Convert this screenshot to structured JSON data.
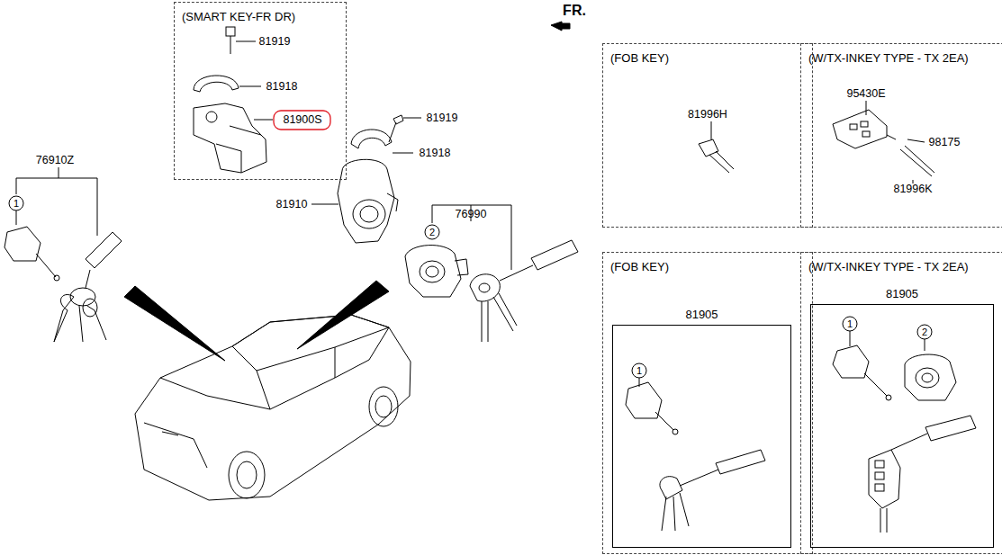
{
  "diagram": {
    "nodes": [
      {
        "text": [
          "(SMART KEY-FR DR)"
        ]
      },
      {
        "text": [
          "(FOB KEY)"
        ]
      },
      {
        "text": [
          "(W/TX-INKEY TYPE - TX 2EA)"
        ]
      },
      {
        "text": [
          "(FOB KEY)"
        ]
      },
      {
        "text": [
          "81905"
        ],
        "in": 3
      },
      {
        "text": [
          "(W/TX-INKEY TYPE - TX 2EA)"
        ]
      },
      {
        "text": [
          "81905"
        ],
        "in": 5
      }
    ],
    "labels": [
      "FR.",
      "81919",
      "81918",
      "81900S",
      "81919",
      "81918",
      "81910",
      "76910Z",
      "1",
      "76990",
      "2",
      "81996H",
      "95430E",
      "98175",
      "81996K",
      "1",
      "1",
      "2"
    ]
  }
}
